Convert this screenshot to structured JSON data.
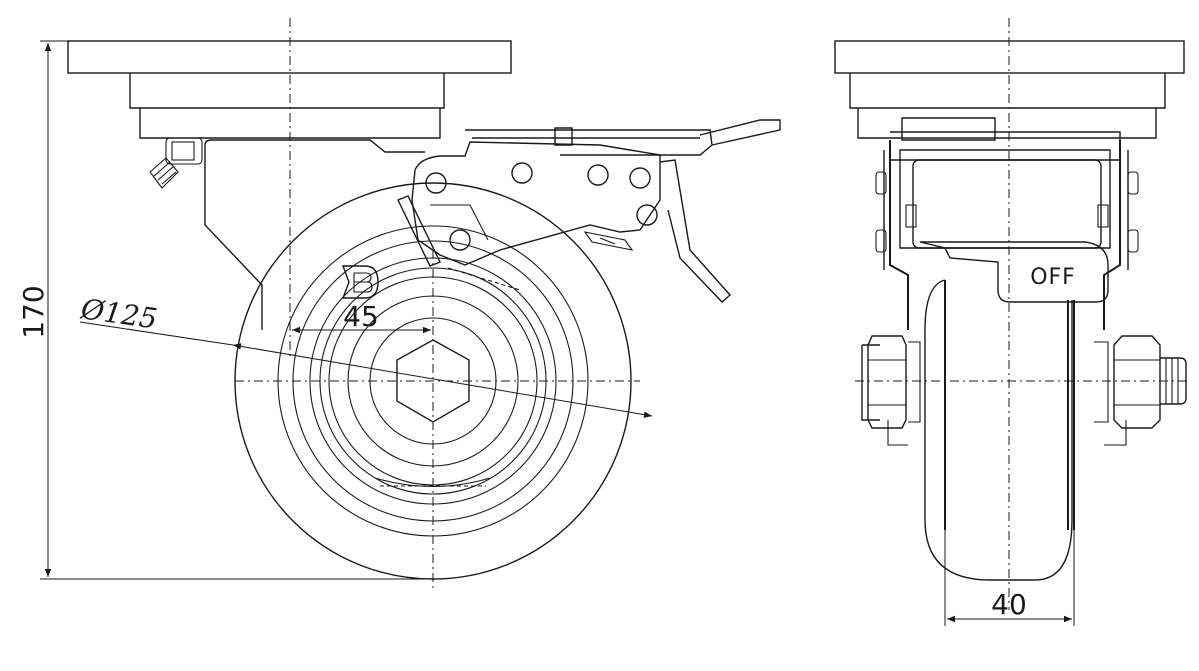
{
  "dimensions": {
    "height": "170",
    "diameter": "125",
    "diameter_symbol": "Ø",
    "offset": "45",
    "width": "40"
  },
  "labels": {
    "brake": "OFF"
  },
  "colors": {
    "line": "#1a1a1a",
    "background": "#ffffff"
  }
}
